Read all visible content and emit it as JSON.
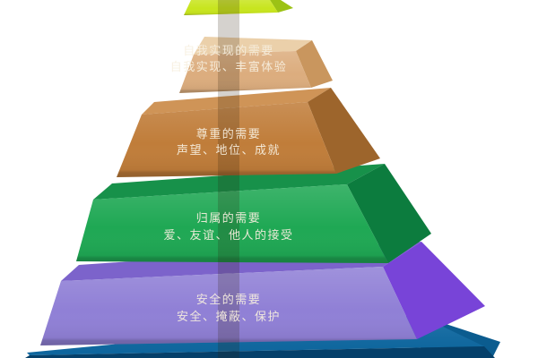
{
  "diagram": {
    "kind": "3d-pyramid-hierarchy-of-needs",
    "text_color": "#f7efdf",
    "levels": [
      {
        "name": "peak",
        "colors": {
          "front": "#c8e51e",
          "side": "#9cc215"
        }
      },
      {
        "name": "self-actualization",
        "label": "自我实现的需要",
        "sublabel": "自我实现、丰富体验",
        "colors": {
          "top": "#ebd0aa",
          "front": "#dcad7e",
          "side": "#c9965e"
        }
      },
      {
        "name": "esteem",
        "label": "尊重的需要",
        "sublabel": "声望、地位、成就",
        "colors": {
          "top": "#cf9457",
          "front": "#c07d3a",
          "side": "#9d652c"
        }
      },
      {
        "name": "belonging",
        "label": "归属的需要",
        "sublabel": "爱、友谊、他人的接受",
        "colors": {
          "top": "#17914a",
          "front": "#1fa854",
          "side": "#0c7c3e"
        }
      },
      {
        "name": "safety",
        "label": "安全的需要",
        "sublabel": "安全、掩蔽、保护",
        "colors": {
          "top": "#7c63cb",
          "front": "#9080d6",
          "side": "#7844d8"
        }
      },
      {
        "name": "base",
        "colors": {
          "top": "#0e6aa4",
          "front": "#05406a",
          "side": "#0b5c8f"
        }
      }
    ]
  }
}
